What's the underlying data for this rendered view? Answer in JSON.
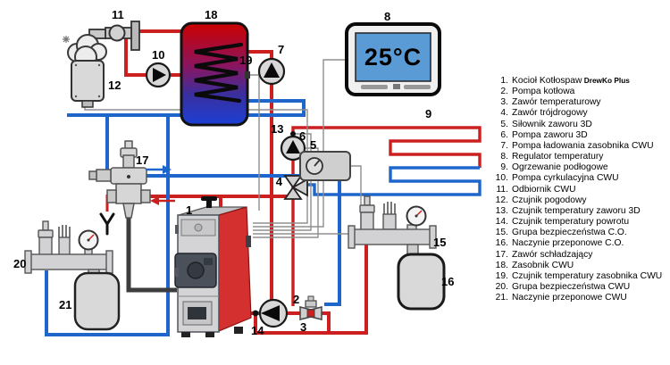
{
  "display": {
    "temperature": "25°C"
  },
  "colors": {
    "hot": "#cc2020",
    "cold": "#1f66cc",
    "wire": "#8f8f8f",
    "screen": "#5b9bd5"
  },
  "markers": {
    "m1": "1",
    "m2": "2",
    "m3": "3",
    "m4": "4",
    "m5": "5",
    "m6": "6",
    "m7": "7",
    "m8": "8",
    "m9": "9",
    "m10": "10",
    "m11": "11",
    "m12": "12",
    "m13": "13",
    "m14": "14",
    "m15": "15",
    "m16": "16",
    "m17": "17",
    "m18": "18",
    "m19": "19",
    "m20": "20",
    "m21": "21"
  },
  "legend": {
    "items": [
      {
        "num": "1.",
        "label": "Kocioł Kotłospaw",
        "brand": "DrewKo Plus"
      },
      {
        "num": "2.",
        "label": "Pompa kotłowa"
      },
      {
        "num": "3.",
        "label": "Zawór temperaturowy"
      },
      {
        "num": "4.",
        "label": "Zawór trójdrogowy"
      },
      {
        "num": "5.",
        "label": "Siłownik zaworu 3D"
      },
      {
        "num": "6.",
        "label": "Pompa zaworu 3D"
      },
      {
        "num": "7.",
        "label": "Pompa ładowania zasobnika CWU"
      },
      {
        "num": "8.",
        "label": "Regulator temperatury"
      },
      {
        "num": "9.",
        "label": "Ogrzewanie podłogowe"
      },
      {
        "num": "10.",
        "label": "Pompa cyrkulacyjna CWU"
      },
      {
        "num": "11.",
        "label": "Odbiornik CWU"
      },
      {
        "num": "12.",
        "label": "Czujnik pogodowy"
      },
      {
        "num": "13.",
        "label": "Czujnik temperatury zaworu 3D"
      },
      {
        "num": "14.",
        "label": "Czujnik temperatury powrotu"
      },
      {
        "num": "15.",
        "label": "Grupa bezpieczeństwa C.O."
      },
      {
        "num": "16.",
        "label": "Naczynie przeponowe C.O."
      },
      {
        "num": "17.",
        "label": "Zawór schładzający"
      },
      {
        "num": "18.",
        "label": "Zasobnik CWU"
      },
      {
        "num": "19.",
        "label": "Czujnik temperatury zasobnika CWU"
      },
      {
        "num": "20.",
        "label": "Grupa bezpieczeństwa CWU"
      },
      {
        "num": "21.",
        "label": "Naczynie przeponowe CWU"
      }
    ]
  }
}
